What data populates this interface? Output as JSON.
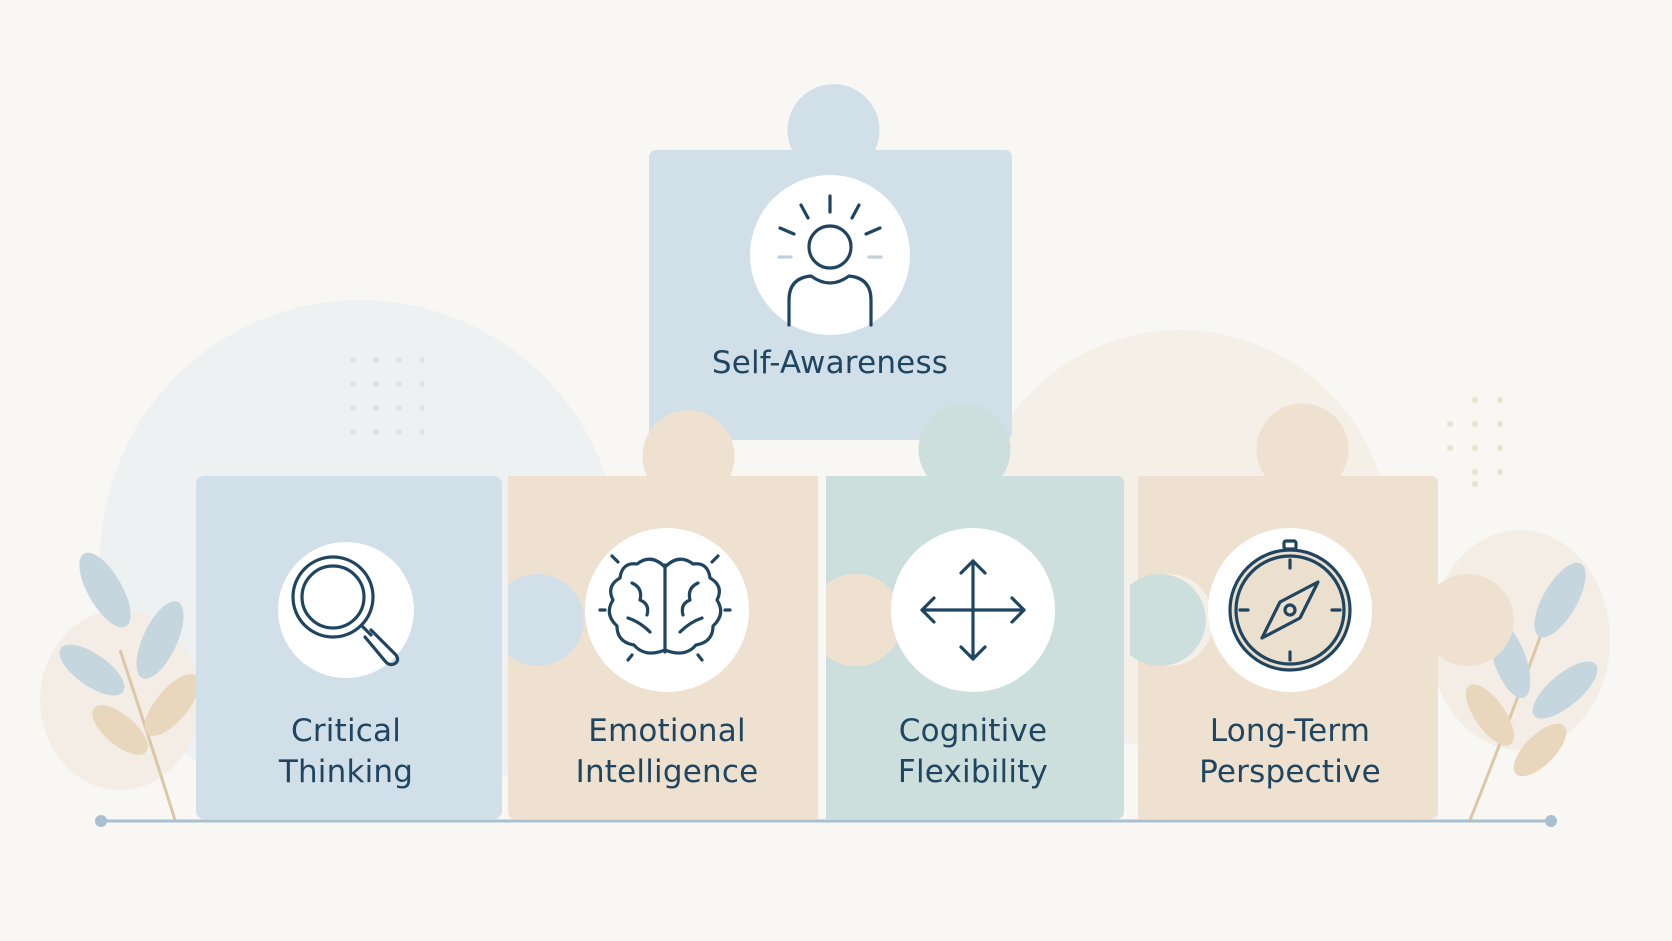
{
  "colors": {
    "background": "#f8f7f4",
    "blue_piece": "#d1dfe9",
    "beige_piece": "#efe1cf",
    "teal_piece": "#cddfdd",
    "icon_stroke": "#1f4560",
    "text": "#1f4560",
    "baseline": "#aabfd0"
  },
  "top_piece": {
    "title": "Self-Awareness",
    "icon": "person-glow-icon"
  },
  "pieces": [
    {
      "line1": "Critical",
      "line2": "Thinking",
      "icon": "magnifier-icon"
    },
    {
      "line1": "Emotional",
      "line2": "Intelligence",
      "icon": "brain-icon"
    },
    {
      "line1": "Cognitive",
      "line2": "Flexibility",
      "icon": "four-arrows-icon"
    },
    {
      "line1": "Long-Term",
      "line2": "Perspective",
      "icon": "compass-icon"
    }
  ]
}
